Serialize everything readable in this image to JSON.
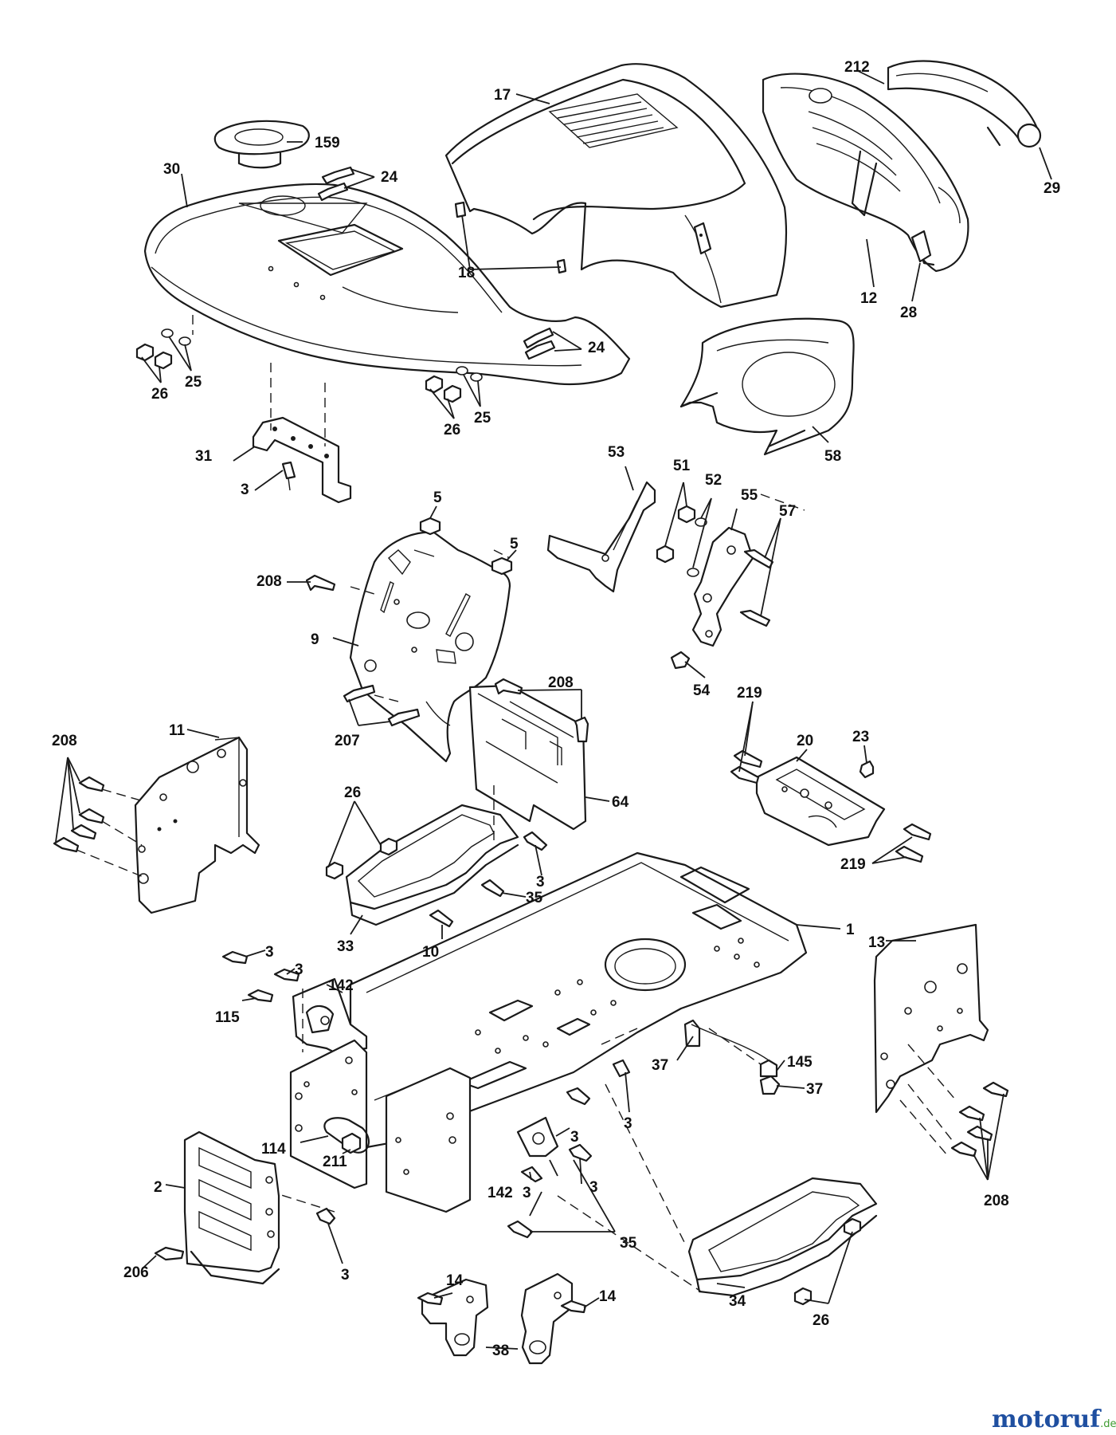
{
  "callouts": [
    {
      "id": "c17",
      "text": "17"
    },
    {
      "id": "c212",
      "text": "212"
    },
    {
      "id": "c159",
      "text": "159"
    },
    {
      "id": "c30",
      "text": "30"
    },
    {
      "id": "c24a",
      "text": "24"
    },
    {
      "id": "c29",
      "text": "29"
    },
    {
      "id": "c18",
      "text": "18"
    },
    {
      "id": "c12",
      "text": "12"
    },
    {
      "id": "c28",
      "text": "28"
    },
    {
      "id": "c24b",
      "text": "24"
    },
    {
      "id": "c26a",
      "text": "26"
    },
    {
      "id": "c25a",
      "text": "25"
    },
    {
      "id": "c26b",
      "text": "26"
    },
    {
      "id": "c25b",
      "text": "25"
    },
    {
      "id": "c58",
      "text": "58"
    },
    {
      "id": "c31",
      "text": "31"
    },
    {
      "id": "c3a",
      "text": "3"
    },
    {
      "id": "c53",
      "text": "53"
    },
    {
      "id": "c51",
      "text": "51"
    },
    {
      "id": "c52",
      "text": "52"
    },
    {
      "id": "c55",
      "text": "55"
    },
    {
      "id": "c57",
      "text": "57"
    },
    {
      "id": "c5a",
      "text": "5"
    },
    {
      "id": "c5b",
      "text": "5"
    },
    {
      "id": "c208a",
      "text": "208"
    },
    {
      "id": "c9",
      "text": "9"
    },
    {
      "id": "c54",
      "text": "54"
    },
    {
      "id": "c208b",
      "text": "208"
    },
    {
      "id": "c207",
      "text": "207"
    },
    {
      "id": "c219a",
      "text": "219"
    },
    {
      "id": "c20",
      "text": "20"
    },
    {
      "id": "c23",
      "text": "23"
    },
    {
      "id": "c208c",
      "text": "208"
    },
    {
      "id": "c11",
      "text": "11"
    },
    {
      "id": "c64",
      "text": "64"
    },
    {
      "id": "c26c",
      "text": "26"
    },
    {
      "id": "c219b",
      "text": "219"
    },
    {
      "id": "c3b",
      "text": "3"
    },
    {
      "id": "c35a",
      "text": "35"
    },
    {
      "id": "c33",
      "text": "33"
    },
    {
      "id": "c10",
      "text": "10"
    },
    {
      "id": "c1",
      "text": "1"
    },
    {
      "id": "c13",
      "text": "13"
    },
    {
      "id": "c3c",
      "text": "3"
    },
    {
      "id": "c3d",
      "text": "3"
    },
    {
      "id": "c142a",
      "text": "142"
    },
    {
      "id": "c115",
      "text": "115"
    },
    {
      "id": "c37a",
      "text": "37"
    },
    {
      "id": "c145",
      "text": "145"
    },
    {
      "id": "c37b",
      "text": "37"
    },
    {
      "id": "c3e",
      "text": "3"
    },
    {
      "id": "c3f",
      "text": "3"
    },
    {
      "id": "c114",
      "text": "114"
    },
    {
      "id": "c211",
      "text": "211"
    },
    {
      "id": "c142b",
      "text": "142"
    },
    {
      "id": "c3g",
      "text": "3"
    },
    {
      "id": "c3h",
      "text": "3"
    },
    {
      "id": "c2",
      "text": "2"
    },
    {
      "id": "c208d",
      "text": "208"
    },
    {
      "id": "c35b",
      "text": "35"
    },
    {
      "id": "c3i",
      "text": "3"
    },
    {
      "id": "c206",
      "text": "206"
    },
    {
      "id": "c14a",
      "text": "14"
    },
    {
      "id": "c14b",
      "text": "14"
    },
    {
      "id": "c34",
      "text": "34"
    },
    {
      "id": "c26d",
      "text": "26"
    },
    {
      "id": "c38",
      "text": "38"
    }
  ],
  "watermark": {
    "main": "motoruf",
    "suffix": ".de"
  },
  "colors": {
    "line": "#1a1a1a",
    "background": "#ffffff",
    "watermark_blue": "#1f4fa0",
    "watermark_green": "#3c9b2e"
  }
}
